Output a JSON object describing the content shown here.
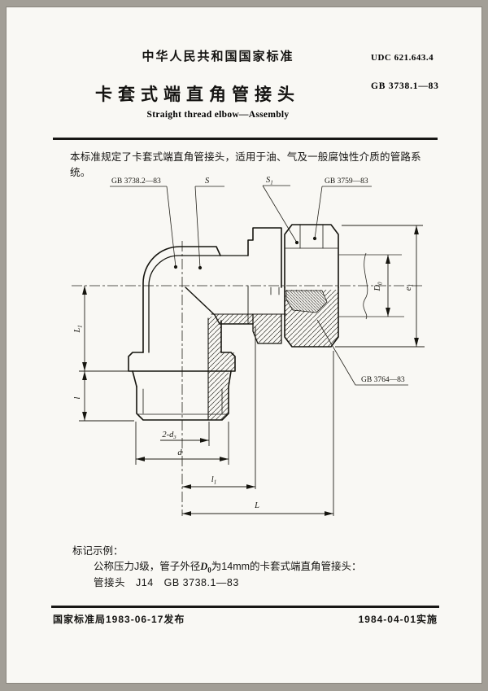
{
  "page": {
    "org": "中华人民共和国国家标准",
    "udc": "UDC  621.643.4",
    "title_zh": "卡套式端直角管接头",
    "std_no": "GB 3738.1—83",
    "title_en": "Straight thread elbow—Assembly",
    "intro": "本标准规定了卡套式端直角管接头，适用于油、气及一般腐蚀性介质的管路系统。",
    "marking": {
      "heading": "标记示例：",
      "line2_pre": "公称压力J级，管子外径",
      "line2_sym": "D",
      "line2_sym_sub": "0",
      "line2_post": "为14mm的卡套式端直角管接头：",
      "line3": "管接头　J14　GB 3738.1—83"
    },
    "footer": {
      "issued": "国家标准局1983-06-17发布",
      "effective": "1984-04-01实施"
    }
  },
  "drawing": {
    "callouts": {
      "body_std": "GB 3738.2—83",
      "s": "S",
      "s1": "S",
      "s1_sub": "1",
      "nut_std": "GB 3759—83",
      "ferrule_std": "GB 3764—83"
    },
    "dims": {
      "L1": "L",
      "L1_sub": "1",
      "l": "l",
      "two_d3": "2-d",
      "two_d3_sub": "3",
      "d": "d",
      "l1": "l",
      "l1_sub": "1",
      "L": "L",
      "D0": "D",
      "D0_sub": "0",
      "e1": "e",
      "e1_sub": "1"
    }
  }
}
